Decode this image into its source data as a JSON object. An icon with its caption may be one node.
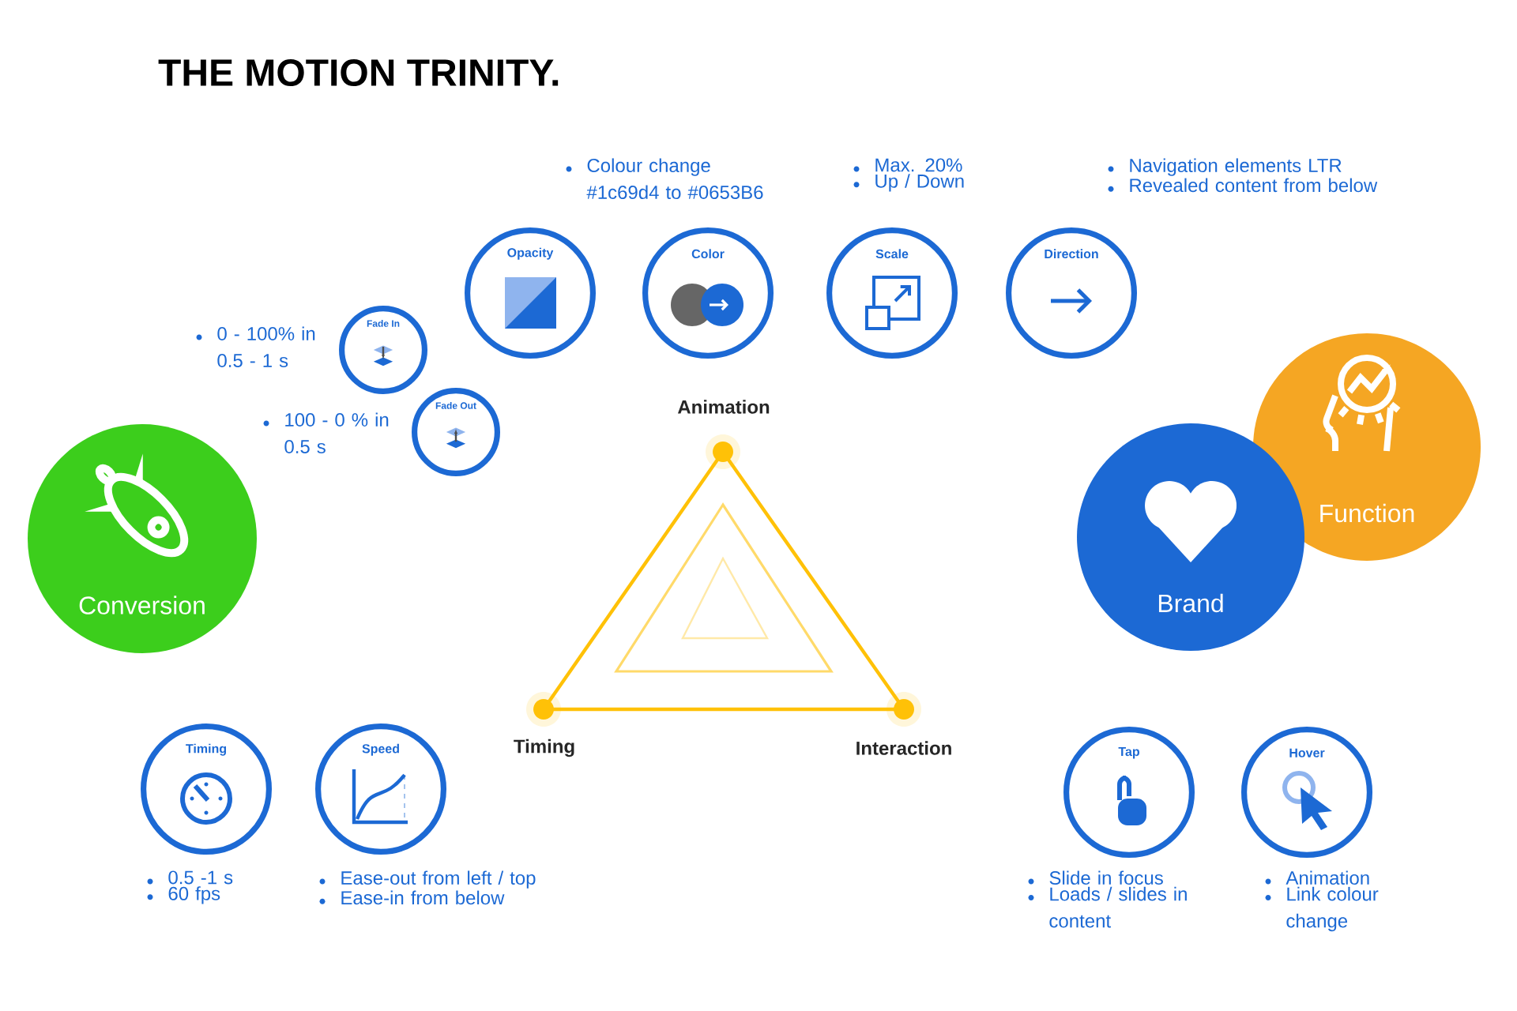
{
  "diagram": {
    "title": "THE MOTION TRINITY.",
    "nodes": [
      {
        "text": [
          "Opacity"
        ]
      },
      {
        "text": [
          "Color"
        ],
        "beside": [
          "Colour change #1c69d4 to #0653B6"
        ]
      },
      {
        "text": [
          "Scale"
        ],
        "beside": [
          "Max. 20%",
          "Up / Down"
        ]
      },
      {
        "text": [
          "Direction"
        ],
        "beside": [
          "Navigation elements LTR",
          "Revealed content from below"
        ]
      },
      {
        "text": [
          "Fade In"
        ],
        "beside": [
          "0 - 100% in 0.5 - 1 s"
        ]
      },
      {
        "text": [
          "Fade Out"
        ],
        "beside": [
          "100 - 0 % in 0.5 s"
        ]
      },
      {
        "text": [
          "Conversion"
        ]
      },
      {
        "text": [
          "Brand"
        ]
      },
      {
        "text": [
          "Function"
        ]
      },
      {
        "text": [
          "Timing"
        ],
        "beside": [
          "0.5 -1 s",
          "60 fps"
        ]
      },
      {
        "text": [
          "Speed"
        ],
        "beside": [
          "Ease-out from left / top",
          "Ease-in from below"
        ]
      },
      {
        "text": [
          "Tap"
        ],
        "beside": [
          "Slide in focus",
          "Loads / slides in content"
        ]
      },
      {
        "text": [
          "Hover"
        ],
        "beside": [
          "Animation",
          "Link colour change"
        ]
      }
    ],
    "labels": [
      "Animation",
      "Timing",
      "Interaction"
    ]
  }
}
